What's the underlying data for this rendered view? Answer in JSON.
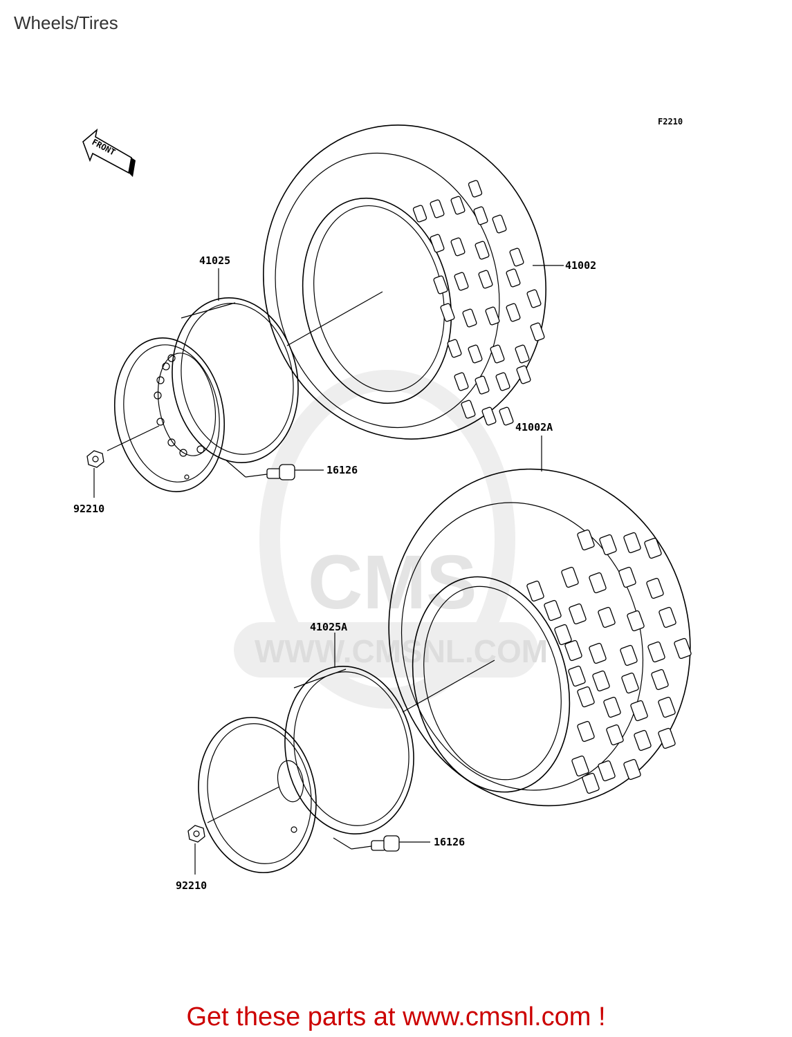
{
  "page": {
    "title": "Wheels/Tires",
    "footer_link": "Get these parts at www.cmsnl.com !"
  },
  "diagram": {
    "figure_code": "F2210",
    "front_label": "FRONT",
    "callouts": [
      {
        "id": "41025",
        "label": "41025"
      },
      {
        "id": "41002",
        "label": "41002"
      },
      {
        "id": "16126_a",
        "label": "16126"
      },
      {
        "id": "92210_a",
        "label": "92210"
      },
      {
        "id": "41002A",
        "label": "41002A"
      },
      {
        "id": "41025A",
        "label": "41025A"
      },
      {
        "id": "16126_b",
        "label": "16126"
      },
      {
        "id": "92210_b",
        "label": "92210"
      }
    ]
  },
  "watermark": {
    "logo_text": "CMS",
    "url_text": "WWW.CMSNL.COM"
  },
  "colors": {
    "footer": "#cc0000",
    "title": "#333333",
    "watermark": "#dddddd"
  }
}
